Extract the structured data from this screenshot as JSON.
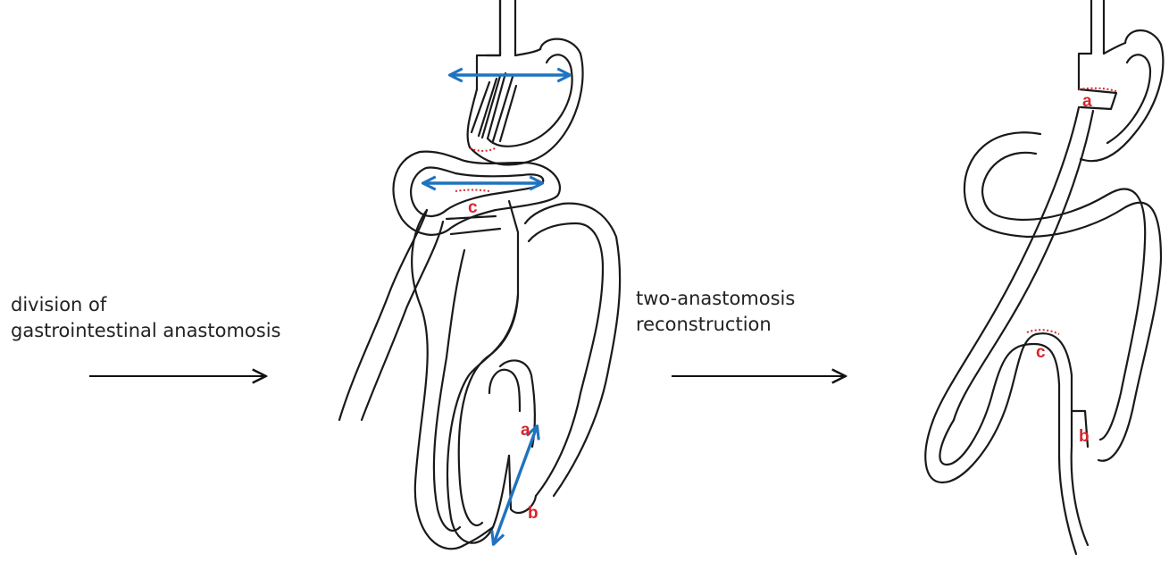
{
  "captions": {
    "left": [
      "division of",
      "gastrointestinal anastomosis"
    ],
    "middle": [
      "two-anastomosis",
      "reconstruction"
    ]
  },
  "labels": {
    "a": "a",
    "b": "b",
    "c": "c"
  },
  "colors": {
    "outline": "#1a1a1a",
    "label": "#d9252b",
    "measure_arrow": "#1f73bf",
    "flow_arrow": "#111111"
  }
}
